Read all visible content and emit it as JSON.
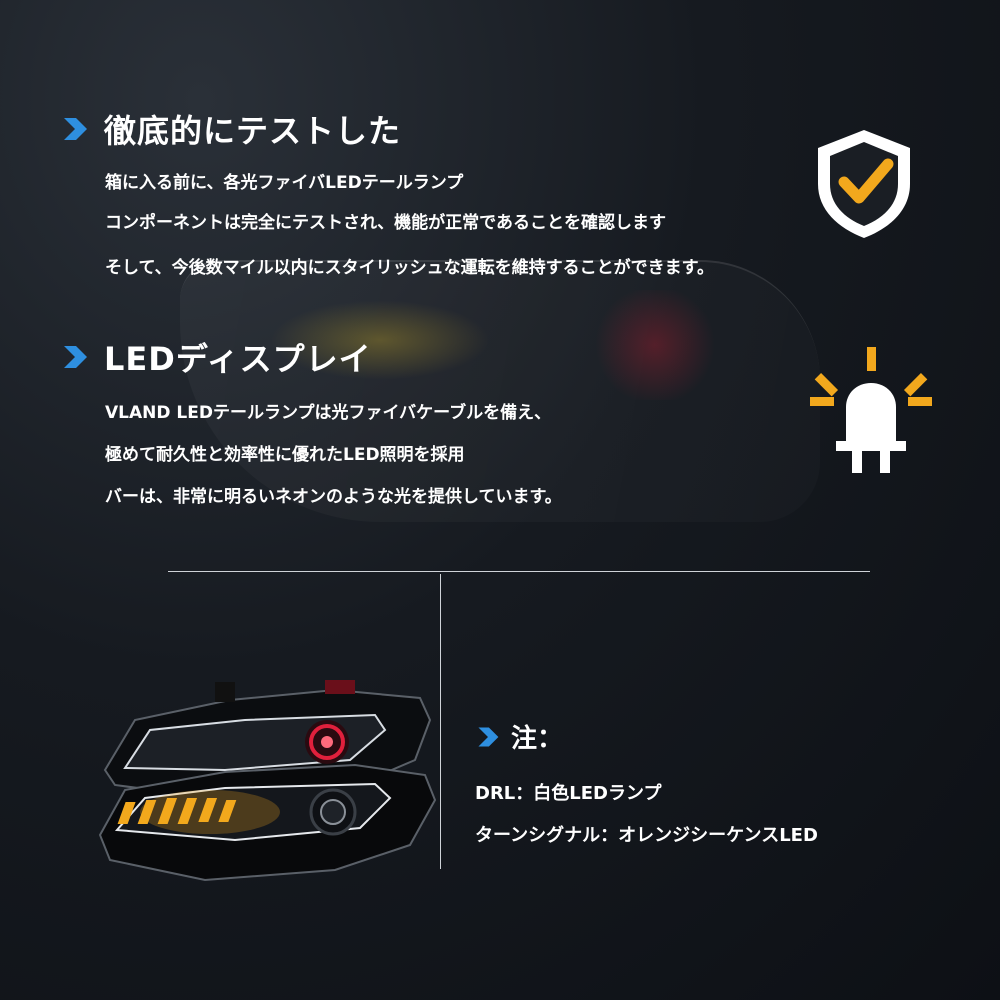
{
  "section_test": {
    "title": "徹底的にテストした",
    "lines": [
      "箱に入る前に、各光ファイバLEDテールランプ",
      "コンポーネントは完全にテストされ、機能が正常であることを確認します",
      "そして、今後数マイル以内にスタイリッシュな運転を維持することができます。"
    ],
    "icon": "shield-check-icon"
  },
  "section_led": {
    "title": "LEDディスプレイ",
    "lines": [
      "VLAND LEDテールランプは光ファイバケーブルを備え、",
      "極めて耐久性と効率性に優れたLED照明を採用",
      "バーは、非常に明るいネオンのような光を提供しています。"
    ],
    "icon": "led-bulb-icon"
  },
  "note": {
    "title": "注：",
    "lines": [
      "DRL：白色LEDランプ",
      "ターンシグナル：オレンジシーケンスLED"
    ]
  },
  "colors": {
    "accent_blue": "#2e8fe0",
    "accent_amber": "#f2a81d",
    "text": "#ffffff",
    "background": "#12161c"
  }
}
